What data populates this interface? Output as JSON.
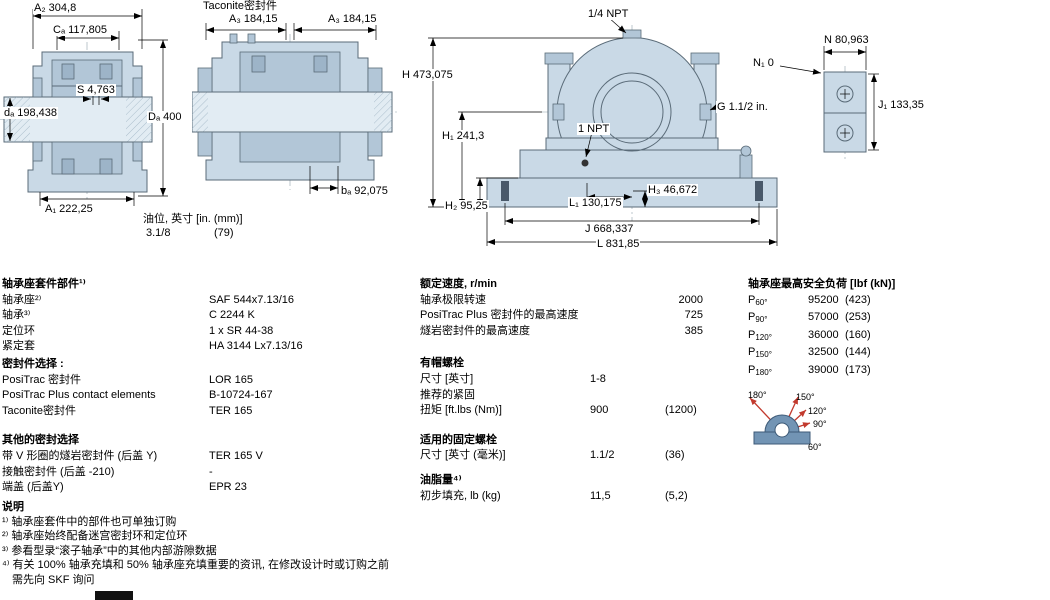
{
  "colors": {
    "drawing_fill": "#c9d9e6",
    "drawing_stroke": "#5a6b78",
    "load_arrow_red": "#c23a2e"
  },
  "drawing_labels": {
    "a2": "A₂ 304,8",
    "ca": "Cₐ 117,805",
    "s": "S 4,763",
    "da": "dₐ 198,438",
    "Da": "Dₐ 400",
    "a1": "A₁ 222,25",
    "taconite_title": "Taconite密封件",
    "a3_left": "A₃ 184,15",
    "a3_right": "A₃ 184,15",
    "ba": "bₐ 92,075",
    "npt_quarter": "1/4 NPT",
    "npt_one": "1 NPT",
    "H": "H 473,075",
    "H1": "H₁ 241,3",
    "H2": "H₂ 95,25",
    "H3": "H₃ 46,672",
    "G": "G 1.1/2 in.",
    "L1": "L₁ 130,175",
    "J": "J 668,337",
    "L": "L 831,85",
    "N": "N 80,963",
    "N1": "N₁ 0",
    "J1": "J₁ 133,35"
  },
  "oil_level": {
    "label": "油位, 英寸 [in. (mm)]",
    "inches": "3.1/8",
    "mm": "(79)"
  },
  "components": {
    "header": "轴承座套件部件¹⁾",
    "rows": [
      {
        "label": "轴承座²⁾",
        "value": "SAF 544x7.13/16"
      },
      {
        "label": "轴承³⁾",
        "value": "C 2244 K"
      },
      {
        "label": "定位环",
        "value": "1 x SR 44-38"
      },
      {
        "label": "紧定套",
        "value": "HA 3144 Lx7.13/16"
      }
    ]
  },
  "seals": {
    "header": "密封件选择 :",
    "rows": [
      {
        "label": "PosiTrac 密封件",
        "value": "LOR 165"
      },
      {
        "label": "PosiTrac Plus contact elements",
        "value": "B-10724-167"
      },
      {
        "label": "Taconite密封件",
        "value": "TER 165"
      }
    ]
  },
  "other_seals": {
    "header": "其他的密封选择",
    "rows": [
      {
        "label": "带 V 形圈的燧岩密封件 (后盖 Y)",
        "value": "TER 165 V"
      },
      {
        "label": "接触密封件 (后盖 -210)",
        "value": "-"
      },
      {
        "label": "端盖 (后盖Y)",
        "value": "EPR 23"
      }
    ]
  },
  "speeds": {
    "header": "额定速度, r/min",
    "rows": [
      {
        "label": "轴承极限转速",
        "value": "2000"
      },
      {
        "label": "PosiTrac Plus 密封件的最高速度",
        "value": "725"
      },
      {
        "label": "燧岩密封件的最高速度",
        "value": "385"
      }
    ]
  },
  "cap_bolts": {
    "header": "有帽螺栓",
    "rows": [
      {
        "label": "尺寸 [英寸]",
        "v1": "1-8",
        "v2": ""
      },
      {
        "label": "推荐的紧固",
        "v1": "",
        "v2": ""
      },
      {
        "label": "扭矩 [ft.lbs (Nm)]",
        "v1": "900",
        "v2": "(1200)"
      }
    ]
  },
  "attachment_bolts": {
    "header": "适用的固定螺栓",
    "rows": [
      {
        "label": "尺寸 [英寸 (毫米)]",
        "v1": "1.1/2",
        "v2": "(36)"
      }
    ]
  },
  "grease": {
    "header": "油脂量⁴⁾",
    "rows": [
      {
        "label": "初步填充, lb (kg)",
        "v1": "11,5",
        "v2": "(5,2)"
      }
    ]
  },
  "loads": {
    "header": "轴承座最高安全负荷 [lbf (kN)]",
    "rows": [
      {
        "main": "P",
        "sub": "60°",
        "value": "95200",
        "kn": "(423)"
      },
      {
        "main": "P",
        "sub": "90°",
        "value": "57000",
        "kn": "(253)"
      },
      {
        "main": "P",
        "sub": "120°",
        "value": "36000",
        "kn": "(160)"
      },
      {
        "main": "P",
        "sub": "150°",
        "value": "32500",
        "kn": "(144)"
      },
      {
        "main": "P",
        "sub": "180°",
        "value": "39000",
        "kn": "(173)"
      }
    ]
  },
  "load_diagram": {
    "angles": [
      "180°",
      "150°",
      "120°",
      "90°",
      "60°"
    ]
  },
  "notes": {
    "header": "说明",
    "items": [
      "¹⁾ 轴承座套件中的部件也可单独订购",
      "²⁾ 轴承座始终配备迷宫密封环和定位环",
      "³⁾ 参看型录“滚子轴承”中的其他内部游隙数据",
      "⁴⁾ 有关 100% 轴承充填和 50% 轴承座充填重要的资讯, 在修改设计时或订购之前",
      "需先向 SKF 询问"
    ]
  }
}
